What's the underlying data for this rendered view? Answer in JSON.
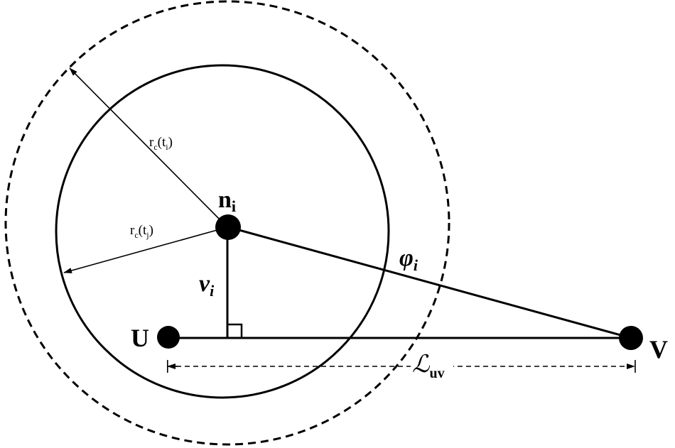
{
  "labels": {
    "outer_radius": {
      "main": "r",
      "sub1": "c",
      "paren_open": "(t",
      "sub2": "i",
      "paren_close": ")"
    },
    "inner_radius": {
      "main": "r",
      "sub1": "c",
      "paren_open": "(t",
      "sub2": "j",
      "paren_close": ")"
    },
    "node_n": {
      "main": "n",
      "sub": "i"
    },
    "node_u": "U",
    "node_v": "V",
    "distance_v": {
      "main": "v",
      "sub": "i"
    },
    "angle_phi": {
      "main": "φ",
      "sub": "i"
    },
    "length_l": {
      "main": "ℒ",
      "sub": "uv"
    }
  }
}
